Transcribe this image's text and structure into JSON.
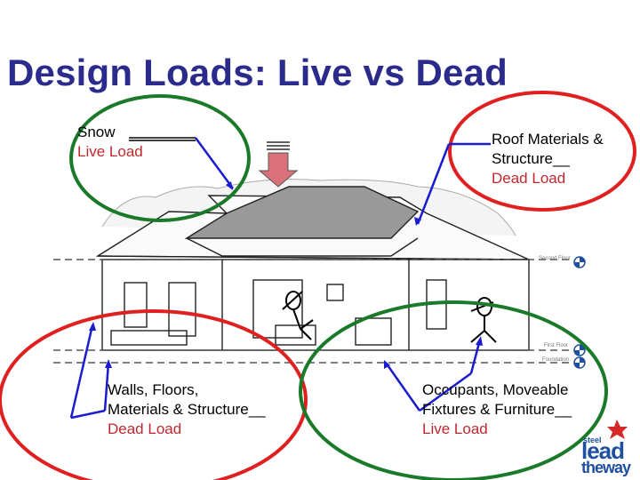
{
  "slide": {
    "title": "Design Loads: Live vs Dead"
  },
  "labels": {
    "snow": {
      "name": "Snow",
      "load": "Live Load"
    },
    "roof": {
      "name": "Roof Materials &",
      "name2": "Structure__",
      "load": "Dead Load"
    },
    "walls": {
      "name": "Walls, Floors,",
      "name2": "Materials & Structure__",
      "load": "Dead Load"
    },
    "occupants": {
      "name": "Occupants, Moveable",
      "name2": "Fixtures & Furniture__",
      "load": "Live Load"
    }
  },
  "house_tags": {
    "second_floor": "Second Floor",
    "first_floor": "First Floor",
    "foundation": "Foundation"
  },
  "logo": {
    "small": "steel",
    "main": "lead",
    "sub": "theway"
  },
  "colors": {
    "title": "#2b2b8c",
    "dead_load": "#c0282e",
    "live_circle": "#1a7a2a",
    "dead_circle": "#e02020",
    "arrow": "#1b1bd0",
    "down_arrow": "#d9707a"
  },
  "icons": [
    "down-arrow-icon",
    "house-illustration",
    "stick-figure-icon"
  ]
}
